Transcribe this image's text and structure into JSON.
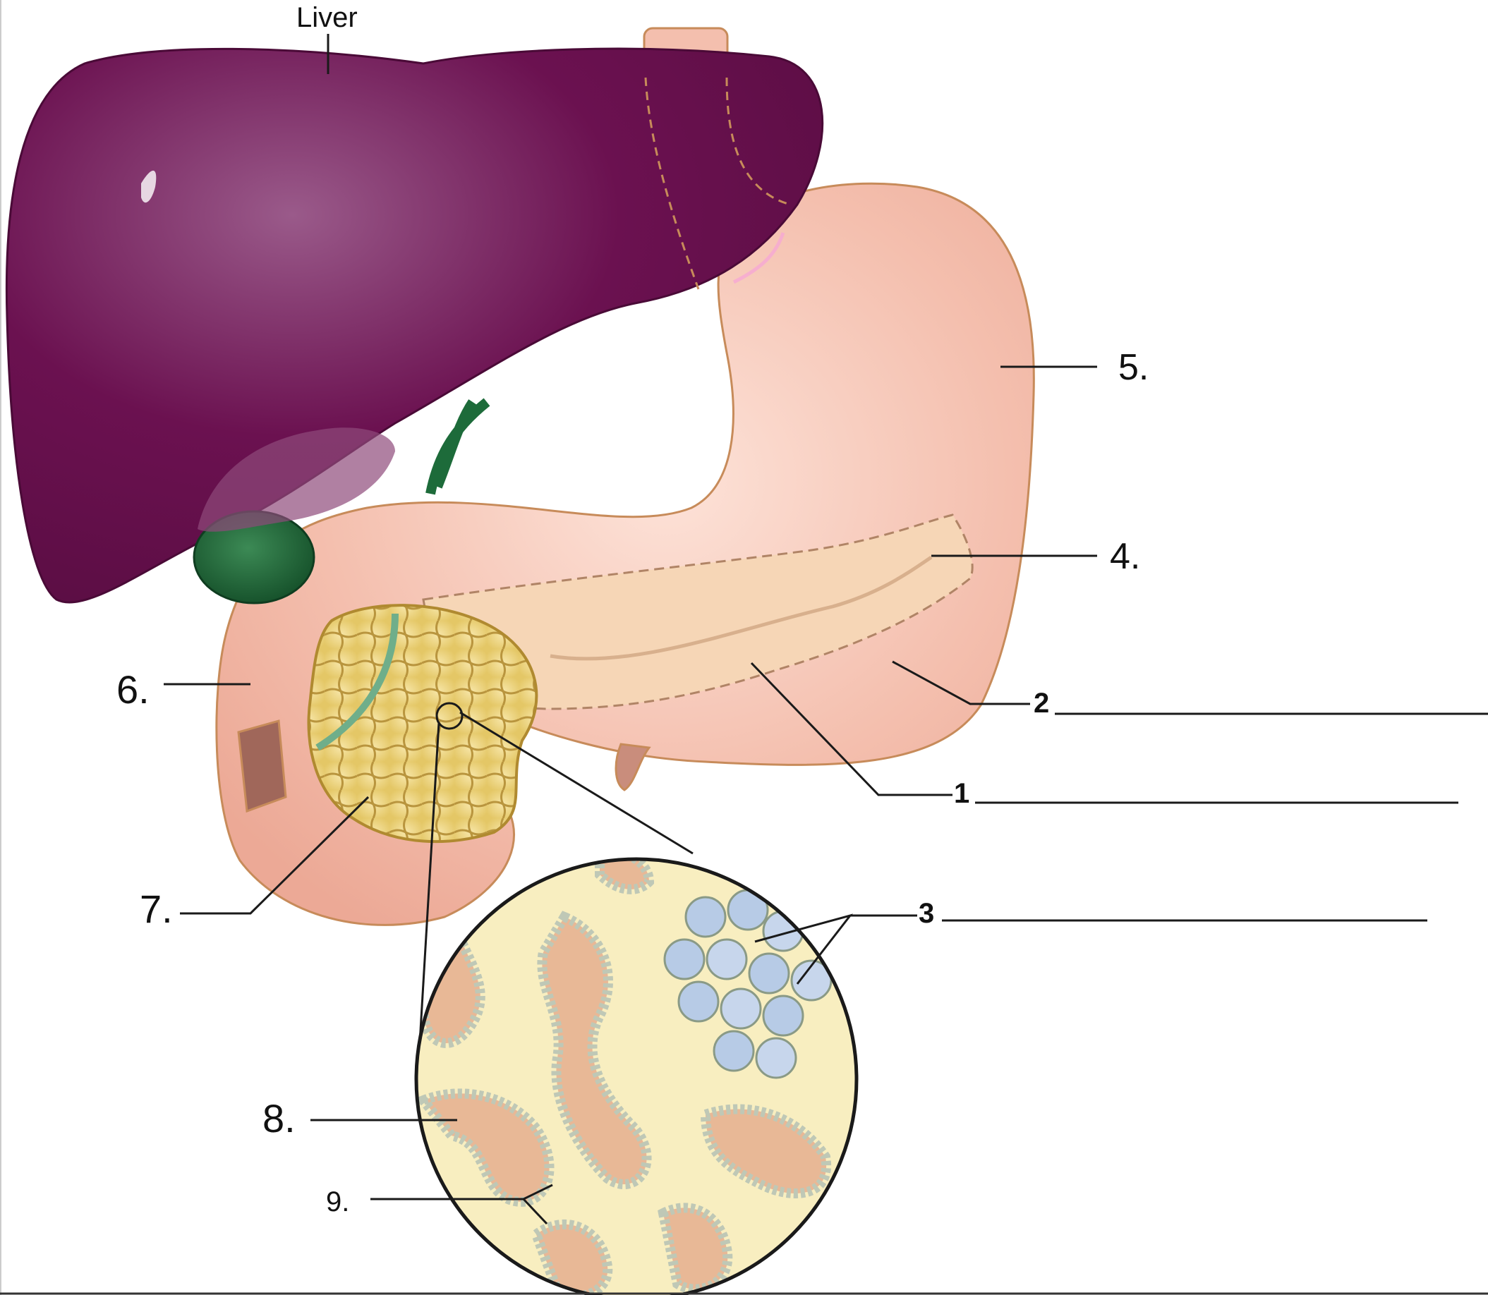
{
  "labels": {
    "liver": "Liver",
    "n1": "1",
    "n2": "2",
    "n3": "3",
    "n4": "4.",
    "n5": "5.",
    "n6": "6.",
    "n7": "7.",
    "n8": "8.",
    "n9": "9."
  },
  "colors": {
    "liver": "#6b1150",
    "gallbladder": "#1d6b3a",
    "stomach": "#f2b8a8",
    "pancreas_tail": "#f6d6b6",
    "pancreas_head": "#f0d98e",
    "magnified_background": "#f8eec0",
    "acini_tissue": "#e8b896",
    "acinar_cells": "#d7e2d2",
    "islet_cells": "#b7cbe6"
  }
}
